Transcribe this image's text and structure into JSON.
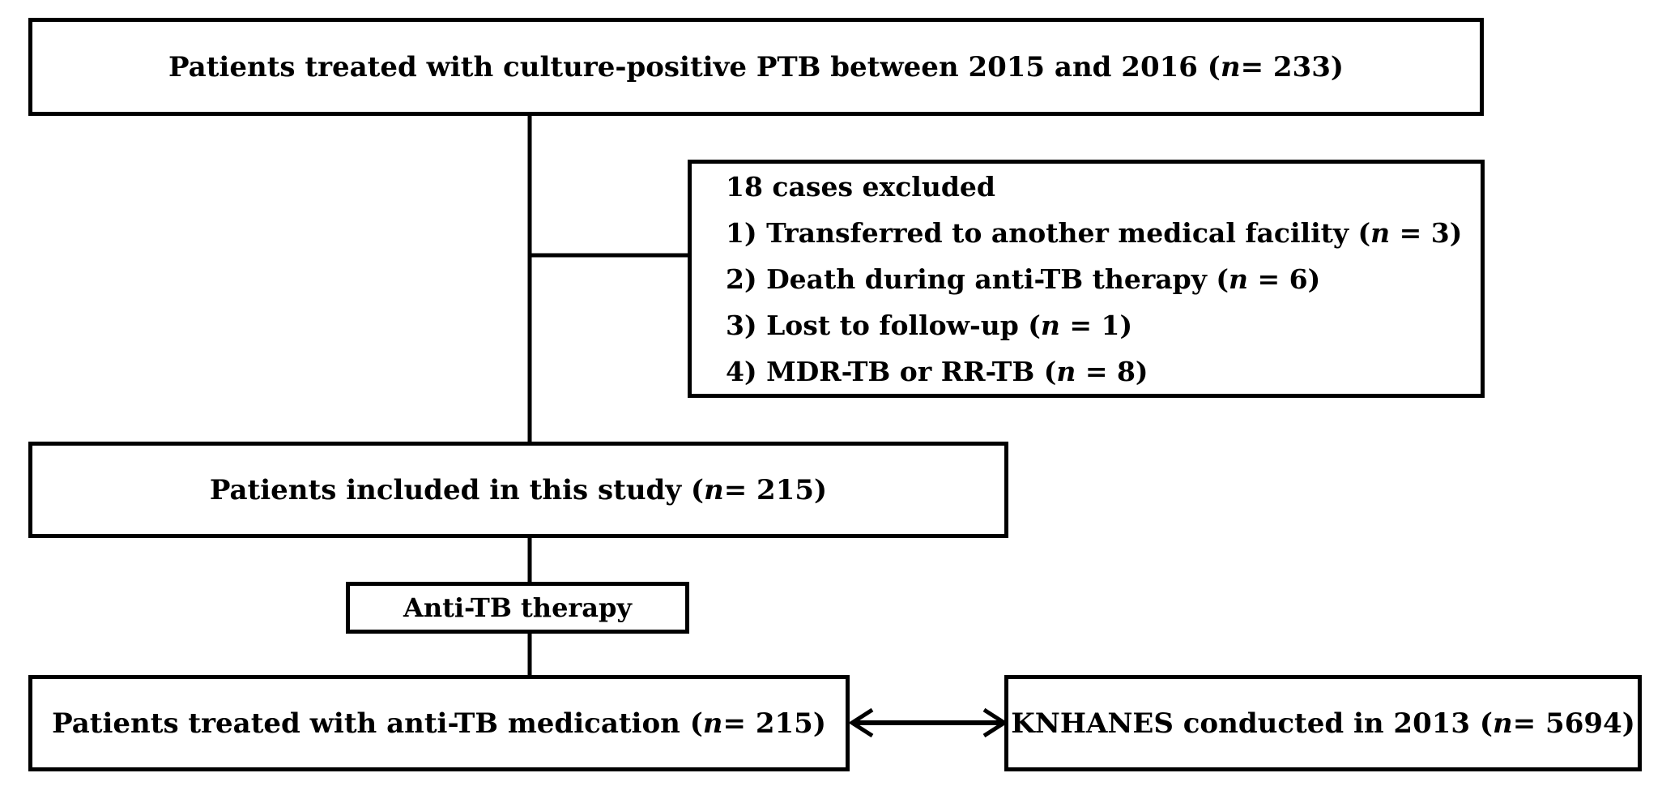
{
  "nodes": {
    "top": {
      "prefix": "Patients treated with culture-positive PTB between 2015 and 2016 (",
      "n_symbol": "n",
      "suffix": " = 233)"
    },
    "excluded": {
      "title": "18 cases excluded",
      "items": [
        {
          "prefix": "1) Transferred to another medical facility (",
          "n_symbol": "n",
          "suffix": " = 3)"
        },
        {
          "prefix": "2) Death during anti-TB therapy (",
          "n_symbol": "n",
          "suffix": " = 6)"
        },
        {
          "prefix": "3) Lost to follow-up (",
          "n_symbol": "n",
          "suffix": " = 1)"
        },
        {
          "prefix": "4) MDR-TB or RR-TB (",
          "n_symbol": "n",
          "suffix": " = 8)"
        }
      ]
    },
    "included": {
      "prefix": "Patients included in this study (",
      "n_symbol": "n",
      "suffix": " = 215)"
    },
    "therapy": {
      "label": "Anti-TB therapy"
    },
    "treated": {
      "prefix": "Patients treated with anti-TB medication (",
      "n_symbol": "n",
      "suffix": " = 215)"
    },
    "knhanes": {
      "prefix": "KNHANES conducted in 2013 (",
      "n_symbol": "n",
      "suffix": " = 5694)"
    }
  },
  "colors": {
    "stroke": "#000000",
    "background": "#ffffff"
  }
}
